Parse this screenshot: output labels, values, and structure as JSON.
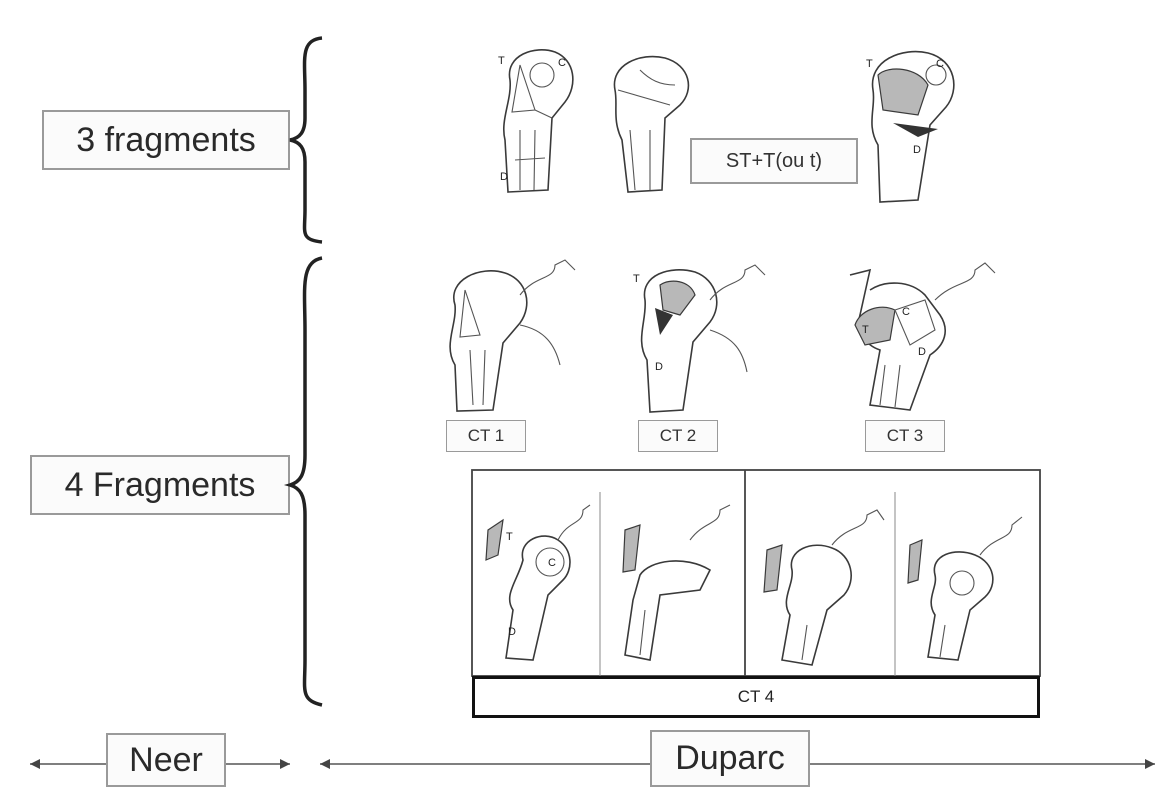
{
  "neer": {
    "three_fragments": "3 fragments",
    "four_fragments": "4 Fragments",
    "axis_label": "Neer"
  },
  "duparc": {
    "axis_label": "Duparc",
    "st_t_label": "ST+T(ou t)",
    "ct1": "CT 1",
    "ct2": "CT 2",
    "ct3": "CT 3",
    "ct4": "CT 4"
  },
  "fragment_letters": {
    "tubercle": "T",
    "head": "C",
    "diaphysis": "D"
  }
}
